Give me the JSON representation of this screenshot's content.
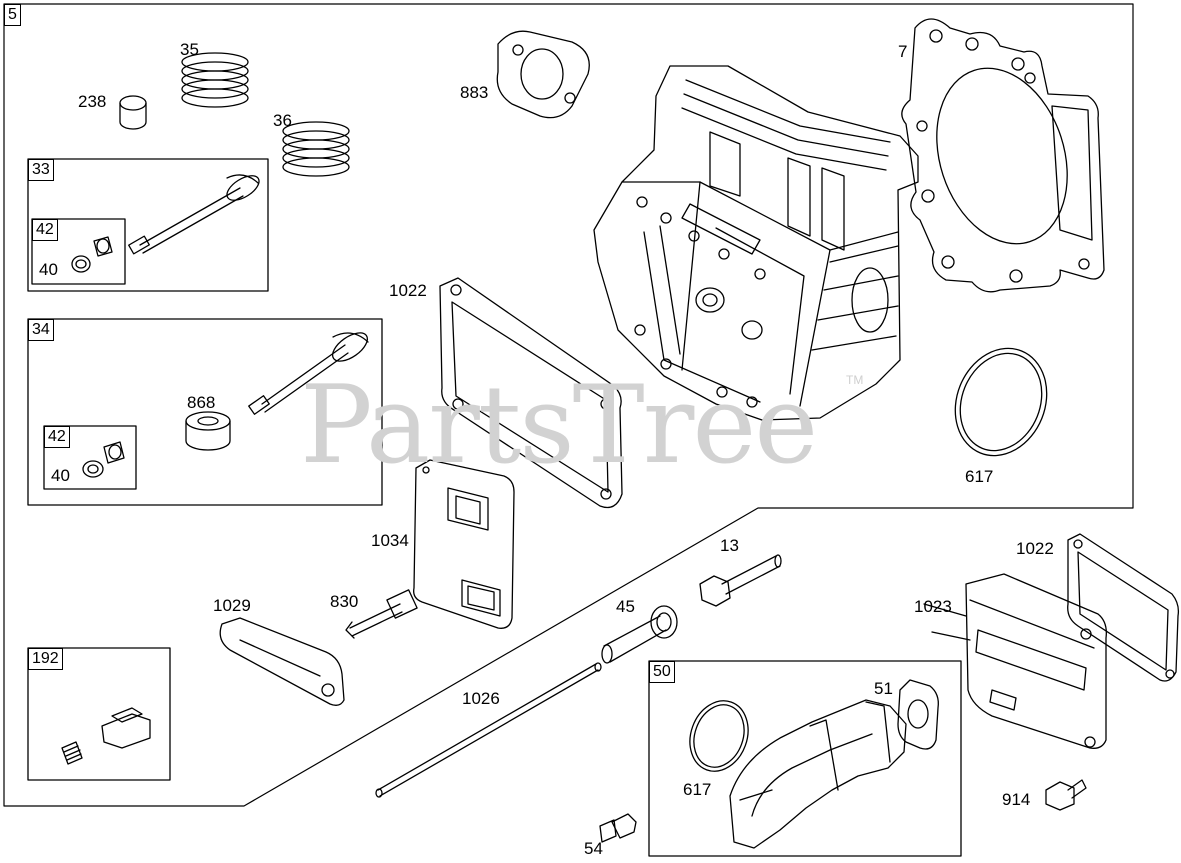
{
  "diagram": {
    "section_id": "5",
    "watermark": "PartsTree",
    "watermark_mark": "TM",
    "boxes": {
      "b33": "33",
      "b34": "34",
      "b42a": "42",
      "b42b": "42",
      "b192": "192",
      "b50": "50"
    },
    "parts": {
      "p35": "35",
      "p238": "238",
      "p36": "36",
      "p883": "883",
      "p7": "7",
      "p40a": "40",
      "p40b": "40",
      "p868": "868",
      "p1022a": "1022",
      "p617a": "617",
      "p1034": "1034",
      "p13": "13",
      "p1022b": "1022",
      "p1023": "1023",
      "p1029": "1029",
      "p830": "830",
      "p45": "45",
      "p1026": "1026",
      "p51": "51",
      "p617b": "617",
      "p914": "914",
      "p54": "54"
    }
  }
}
